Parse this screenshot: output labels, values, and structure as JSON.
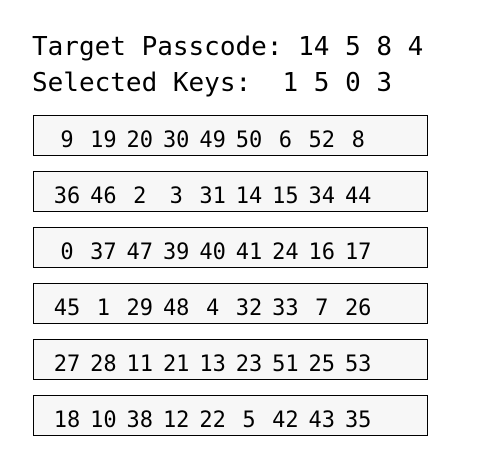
{
  "header": {
    "target_label": "Target Passcode:",
    "target_code": "14 5 8 4",
    "selected_label": "Selected Keys:",
    "selected_code": "1 5 0 3"
  },
  "keypad": {
    "rows": [
      [
        "9",
        "19",
        "20",
        "30",
        "49",
        "50",
        "6",
        "52",
        "8"
      ],
      [
        "36",
        "46",
        "2",
        "3",
        "31",
        "14",
        "15",
        "34",
        "44"
      ],
      [
        "0",
        "37",
        "47",
        "39",
        "40",
        "41",
        "24",
        "16",
        "17"
      ],
      [
        "45",
        "1",
        "29",
        "48",
        "4",
        "32",
        "33",
        "7",
        "26"
      ],
      [
        "27",
        "28",
        "11",
        "21",
        "13",
        "23",
        "51",
        "25",
        "53"
      ],
      [
        "18",
        "10",
        "38",
        "12",
        "22",
        "5",
        "42",
        "43",
        "35"
      ]
    ]
  }
}
